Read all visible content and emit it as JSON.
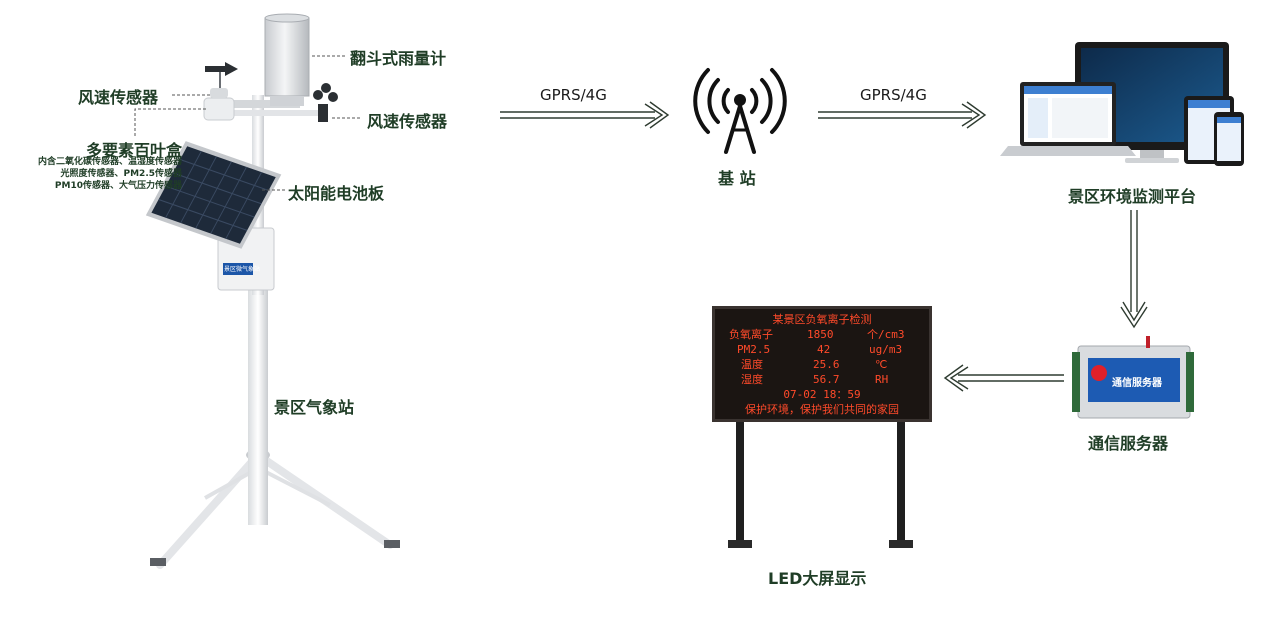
{
  "labels": {
    "rain_gauge": "翻斗式雨量计",
    "wind_speed_left": "风速传感器",
    "wind_speed_right": "风速传感器",
    "shutter_box": "多要素百叶盒",
    "shutter_box_details": [
      "内含二氧化碳传感器、温湿度传感器",
      "光照度传感器、PM2.5传感器",
      "PM10传感器、大气压力传感器"
    ],
    "solar_panel": "太阳能电池板",
    "weather_station": "景区气象站",
    "base_station": "基 站",
    "platform": "景区环境监测平台",
    "comm_server": "通信服务器",
    "led_display": "LED大屏显示"
  },
  "arrows": {
    "station_to_base": "GPRS/4G",
    "base_to_platform": "GPRS/4G"
  },
  "led_screen": {
    "title": "某景区负氧离子检测",
    "rows": [
      {
        "name": "负氧离子",
        "value": "1850",
        "unit": "个/cm3"
      },
      {
        "name": "PM2.5",
        "value": "42",
        "unit": "ug/m3"
      },
      {
        "name": "温度",
        "value": "25.6",
        "unit": "℃"
      },
      {
        "name": "湿度",
        "value": "56.7",
        "unit": "RH"
      }
    ],
    "datetime": "07-02 18：59",
    "slogan": "保护环境，保护我们共同的家园"
  },
  "device_text": {
    "enclosure_label": "景区微气象站",
    "server_label": "通信服务器"
  },
  "colors": {
    "label_text": "#1f3d26",
    "arrow": "#2e3b30",
    "led_red": "#ff4a2a",
    "led_bg": "#1b1512"
  }
}
